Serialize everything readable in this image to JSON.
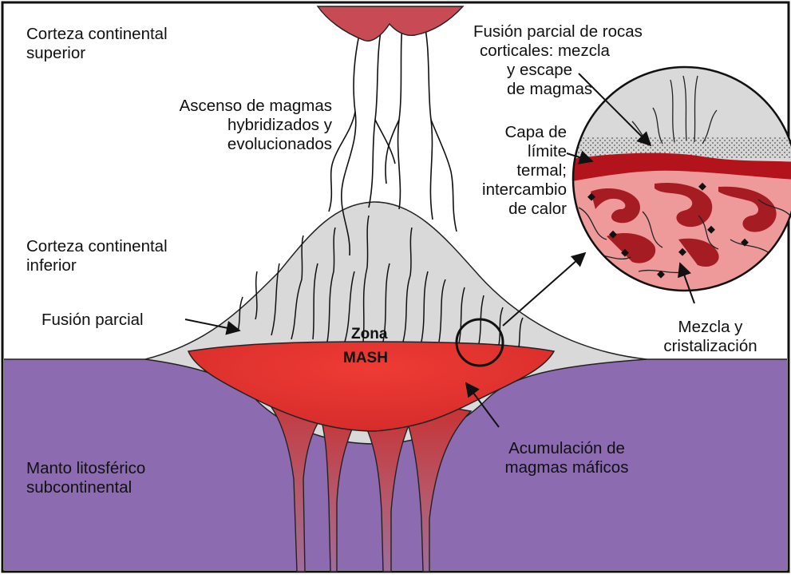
{
  "diagram": {
    "labels": {
      "upper_crust": [
        "Corteza continental",
        "superior"
      ],
      "ascent": [
        "Ascenso de magmas",
        "hybridizados y",
        "evolucionados"
      ],
      "lower_crust": [
        "Corteza continental",
        "inferior"
      ],
      "partial_melting": [
        "Fusión parcial"
      ],
      "zone": "Zona",
      "mash": "MASH",
      "mantle": [
        "Manto litosférico",
        "subcontinental"
      ],
      "accumulation": [
        "Acumulación de",
        "magmas máficos"
      ],
      "crustal_melting": [
        "Fusión parcial de rocas",
        "corticales: mezcla",
        "y escape",
        "de magmas"
      ],
      "boundary_layer": [
        "Capa de",
        "límite",
        "termal;",
        "intercambio",
        "de calor"
      ],
      "mixing": [
        "Mezcla y",
        "cristalización"
      ]
    },
    "colors": {
      "mantle": "#8c6bb1",
      "crust_zone": "#d9d9d9",
      "magma": "#d92b2b",
      "magma_dark": "#a51c22",
      "magma_light": "#ef9c9c",
      "outline": "#111111"
    }
  }
}
